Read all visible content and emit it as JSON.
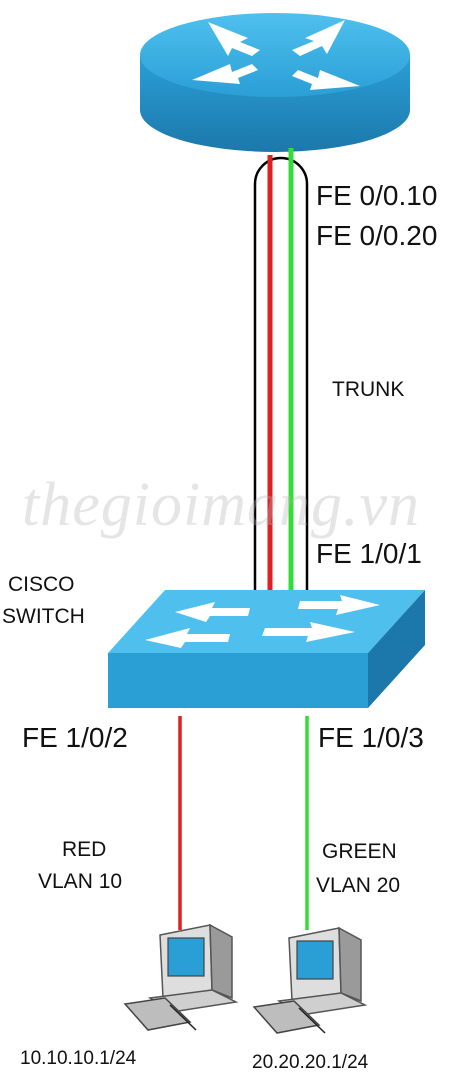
{
  "router": {
    "interface_1": "FE 0/0.10",
    "interface_2": "FE 0/0.20"
  },
  "trunk_label": "TRUNK",
  "switch": {
    "name_line1": "CISCO",
    "name_line2": "SWITCH",
    "uplink_port": "FE 1/0/1",
    "port_red": "FE 1/0/2",
    "port_green": "FE 1/0/3"
  },
  "hosts": [
    {
      "vlan_name": "RED",
      "vlan_id": "VLAN 10",
      "ip": "10.10.10.1/24",
      "link_color": "#e02020"
    },
    {
      "vlan_name": "GREEN",
      "vlan_id": "VLAN 20",
      "ip": "20.20.20.1/24",
      "link_color": "#33dd33"
    }
  ],
  "watermark": "thegioimang.vn",
  "colors": {
    "device_blue": "#2a9fd6",
    "device_dark": "#1c78ab"
  }
}
